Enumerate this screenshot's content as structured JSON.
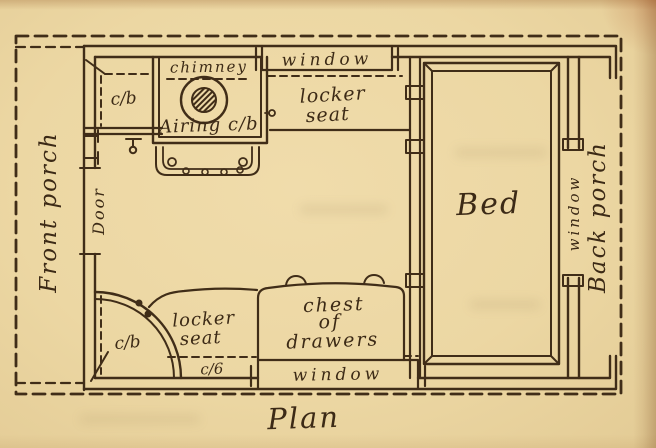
{
  "plan": {
    "caption": "Plan",
    "colors": {
      "paper": "#ecd7a3",
      "ink": "#402d18"
    },
    "rooms": {
      "front_porch": "Front porch",
      "back_porch": "Back porch",
      "bed": "Bed"
    },
    "features": {
      "door": "Door",
      "chimney": "chimney",
      "airing_cupboard": "Airing c/b",
      "top_left_cupboard": "c/b",
      "corner_cupboard": "c/b",
      "bottom_cupboard": "c/6",
      "window_top": "window",
      "window_bottom": "window",
      "window_back": "window",
      "locker_seat_top": {
        "line1": "locker",
        "line2": "seat"
      },
      "locker_seat_bottom": {
        "line1": "locker",
        "line2": "seat"
      },
      "chest_of_drawers": {
        "line1": "chest",
        "line2": "of",
        "line3": "drawers"
      }
    }
  }
}
